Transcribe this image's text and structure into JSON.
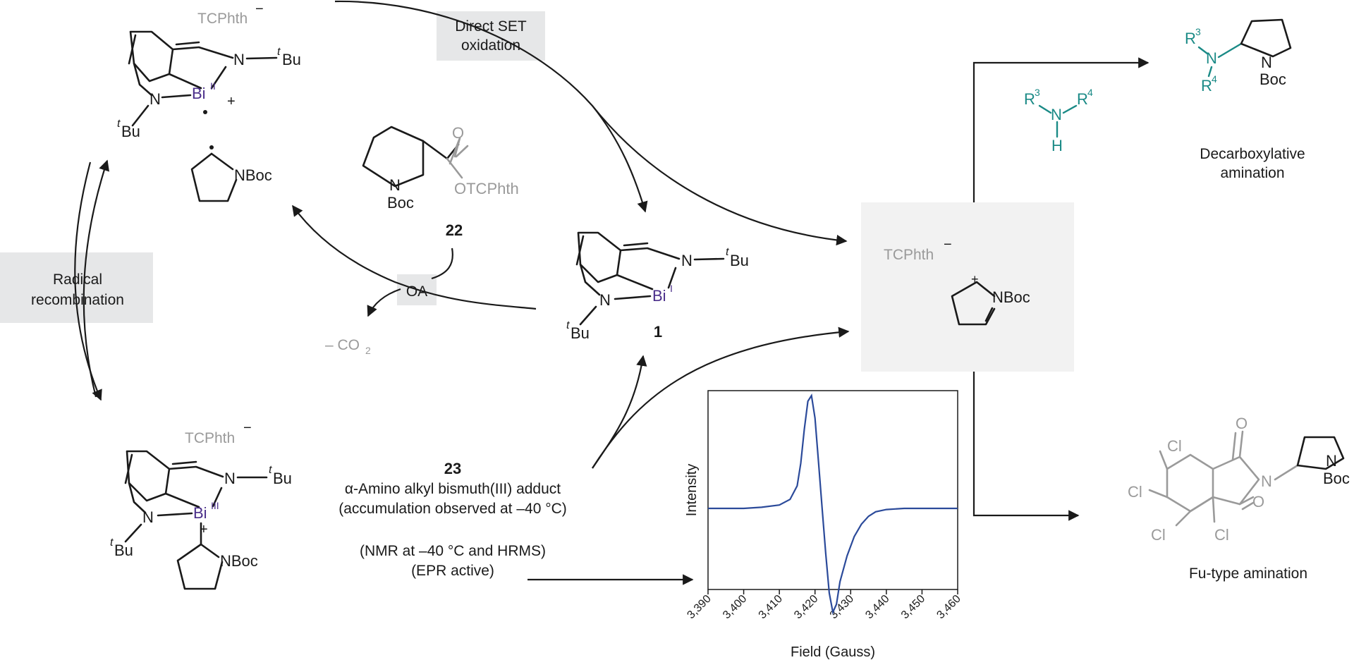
{
  "labels": {
    "direct_set_1": "Direct SET",
    "direct_set_2": "oxidation",
    "radical_recomb_1": "Radical",
    "radical_recomb_2": "recombination",
    "oa": "OA",
    "minus_co2": "– CO",
    "minus_co2_sub": "2",
    "compound_22": "22",
    "compound_1": "1",
    "compound_23": "23",
    "adduct_line1": "α-Amino alkyl bismuth(III) adduct",
    "adduct_line2": "(accumulation observed at –40 °C)",
    "nmr_line1": "(NMR at –40 °C and HRMS)",
    "nmr_line2": "(EPR active)",
    "decarboxylative_1": "Decarboxylative",
    "decarboxylative_2": "amination",
    "fu_type": "Fu-type amination",
    "tcphth": "TCPhth",
    "minus": "−",
    "otcphth": "OTCPhth",
    "boc": "Boc",
    "nboc": "NBoc",
    "n": "N",
    "o": "O",
    "h": "H",
    "cl": "Cl",
    "bi": "Bi",
    "bu": "Bu",
    "t": "t",
    "ox_i": "I",
    "ox_ii": "II",
    "ox_iii": "III",
    "plus": "+",
    "r": "R",
    "sup3": "3",
    "sup4": "4"
  },
  "chart_data": {
    "type": "line",
    "title": "",
    "xlabel": "Field (Gauss)",
    "ylabel": "Intensity",
    "xlim": [
      3390,
      3460
    ],
    "xticks": [
      "3,390",
      "3,400",
      "3,410",
      "3,420",
      "3,430",
      "3,440",
      "3,450",
      "3,460"
    ],
    "grid": false,
    "series": [
      {
        "color": "#2b4a9a",
        "x": [
          3390,
          3400,
          3405,
          3410,
          3413,
          3415,
          3416,
          3417,
          3418,
          3419,
          3420,
          3421,
          3422,
          3423,
          3424,
          3425,
          3426,
          3427,
          3429,
          3431,
          3433,
          3435,
          3437,
          3440,
          3445,
          3450,
          3460
        ],
        "y": [
          0.0,
          0.0,
          0.01,
          0.03,
          0.08,
          0.2,
          0.4,
          0.7,
          0.95,
          1.0,
          0.8,
          0.4,
          0.0,
          -0.4,
          -0.75,
          -0.92,
          -0.85,
          -0.65,
          -0.42,
          -0.25,
          -0.14,
          -0.07,
          -0.03,
          -0.01,
          0.0,
          0.0,
          0.0
        ]
      }
    ]
  }
}
